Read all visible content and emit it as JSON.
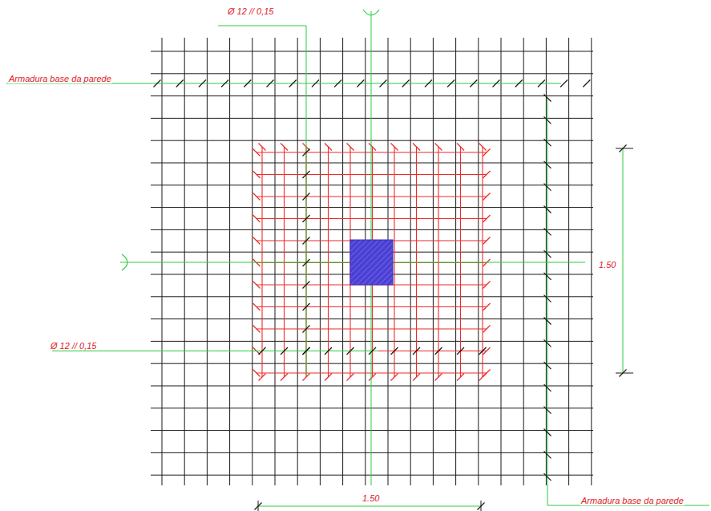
{
  "diagram": {
    "labels": [
      "Ø 12 // 0,15",
      "Armadura base da parede",
      "1.50",
      "Ø 12 // 0,15",
      "1.50",
      "Armadura base da parede"
    ]
  }
}
